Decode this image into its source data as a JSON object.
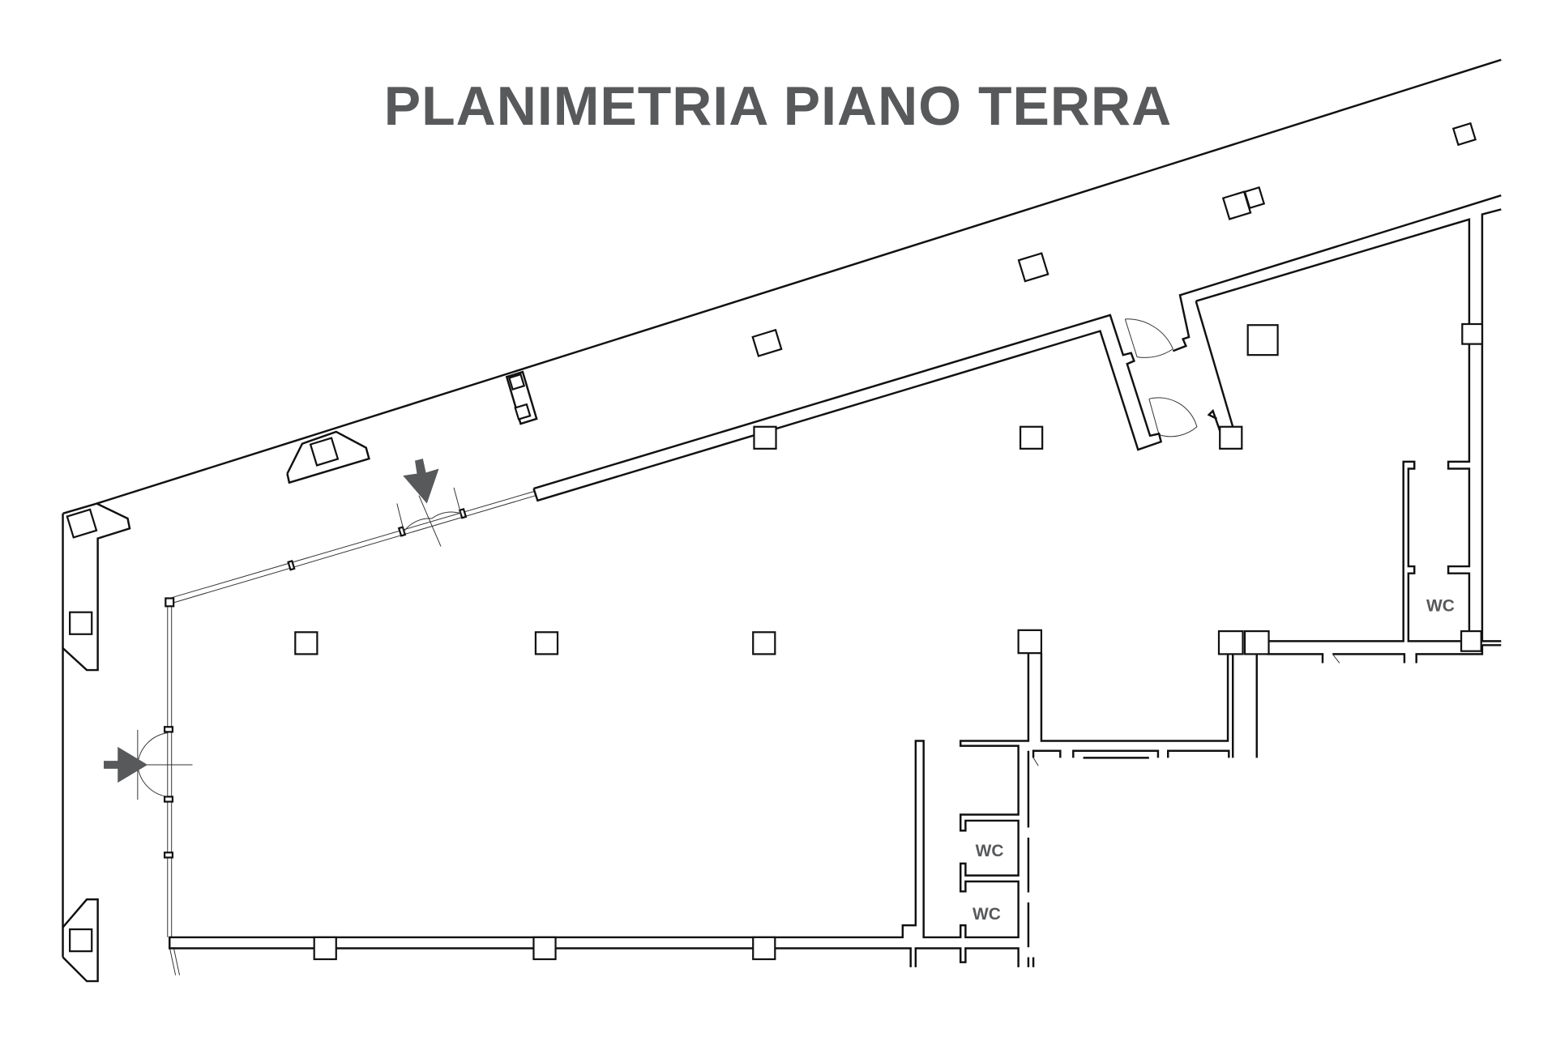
{
  "title": "PLANIMETRIA PIANO TERRA",
  "rooms": [
    {
      "label": "WC"
    },
    {
      "label": "WC"
    },
    {
      "label": "WC"
    }
  ],
  "colors": {
    "title": "#58595b",
    "walls": "#111111",
    "arrows": "#58595b"
  },
  "icons": [
    "entrance-arrow-icon",
    "entrance-arrow-icon"
  ]
}
